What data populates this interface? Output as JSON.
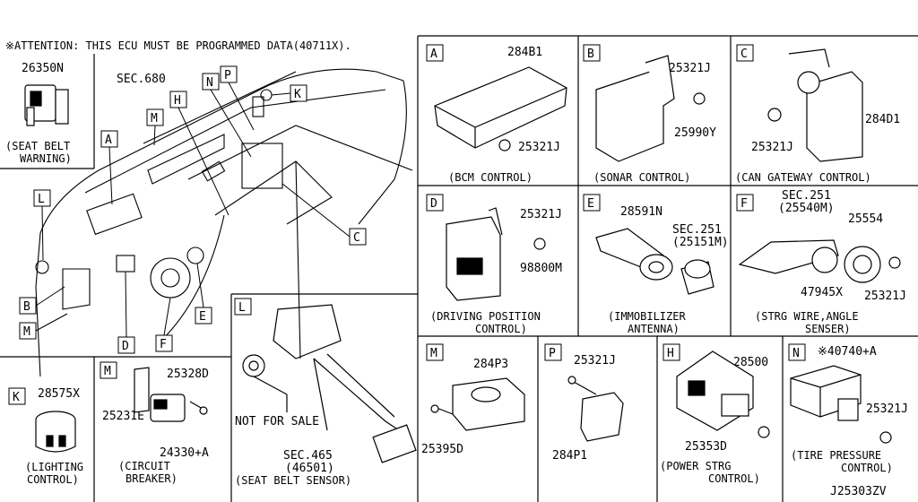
{
  "header": {
    "attention": "※ATTENTION: THIS ECU MUST BE PROGRAMMED DATA(40711X)."
  },
  "diagram_code": "J25303ZV",
  "overview": {
    "sec680": "SEC.680",
    "callouts": [
      "A",
      "M",
      "H",
      "N",
      "P",
      "K",
      "L",
      "B",
      "M",
      "D",
      "F",
      "E",
      "C"
    ]
  },
  "seat_belt_warning": {
    "part": "26350N",
    "caption_1": "(SEAT BELT",
    "caption_2": "WARNING)"
  },
  "lighting": {
    "letter": "K",
    "part": "28575X",
    "caption_1": "(LIGHTING",
    "caption_2": "CONTROL)"
  },
  "circuit_breaker": {
    "letter": "M",
    "parts": [
      "25328D",
      "25231E",
      "24330+A"
    ],
    "caption_1": "(CIRCUIT",
    "caption_2": "BREAKER)"
  },
  "seat_belt_sensor": {
    "letter": "L",
    "note": "NOT FOR SALE",
    "sec": "SEC.465",
    "sec_sub": "(46501)",
    "caption": "(SEAT BELT SENSOR)"
  },
  "panels": {
    "A": {
      "letter": "A",
      "parts": [
        "284B1",
        "25321J"
      ],
      "caption_1": "(BCM CONTROL)",
      "caption_2": ""
    },
    "B": {
      "letter": "B",
      "parts": [
        "25321J",
        "25990Y"
      ],
      "caption_1": "(SONAR CONTROL)",
      "caption_2": ""
    },
    "C": {
      "letter": "C",
      "parts": [
        "284D1",
        "25321J"
      ],
      "caption_1": "(CAN GATEWAY CONTROL)",
      "caption_2": ""
    },
    "D": {
      "letter": "D",
      "parts": [
        "25321J",
        "98800M"
      ],
      "caption_1": "(DRIVING POSITION",
      "caption_2": "CONTROL)"
    },
    "E": {
      "letter": "E",
      "parts": [
        "28591N",
        "SEC.251",
        "(25151M)"
      ],
      "caption_1": "(IMMOBILIZER",
      "caption_2": "ANTENNA)"
    },
    "F": {
      "letter": "F",
      "parts": [
        "SEC.251",
        "(25540M)",
        "25554",
        "47945X",
        "25321J"
      ],
      "caption_1": "(STRG WIRE,ANGLE",
      "caption_2": "SENSER)"
    },
    "M": {
      "letter": "M",
      "parts": [
        "284P3",
        "25395D"
      ],
      "caption_1": "",
      "caption_2": ""
    },
    "P": {
      "letter": "P",
      "parts": [
        "25321J",
        "284P1"
      ],
      "caption_1": "",
      "caption_2": ""
    },
    "H": {
      "letter": "H",
      "parts": [
        "28500",
        "25353D"
      ],
      "caption_1": "(POWER STRG",
      "caption_2": "CONTROL)"
    },
    "N": {
      "letter": "N",
      "parts": [
        "※40740+A",
        "25321J"
      ],
      "caption_1": "(TIRE PRESSURE",
      "caption_2": "CONTROL)"
    }
  }
}
